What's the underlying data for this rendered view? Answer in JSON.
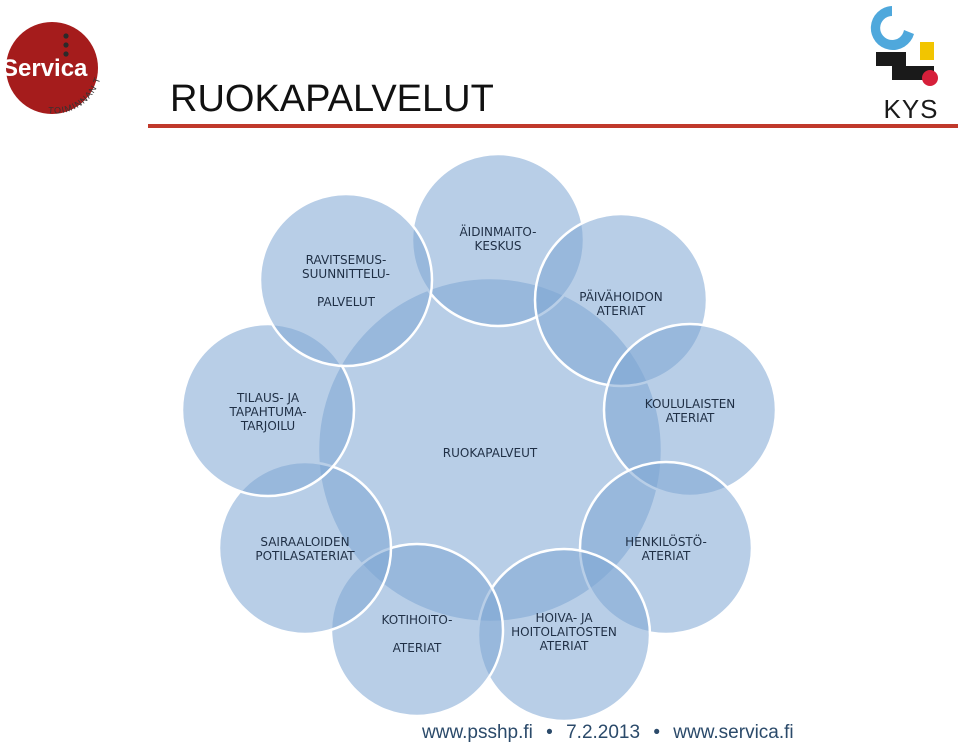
{
  "header": {
    "title": "RUOKAPALVELUT",
    "left_logo": {
      "name": "Servica",
      "tagline": "TOIMINNAN TUKENA",
      "color": "#a51c1c"
    },
    "right_logo": {
      "name": "KYS"
    }
  },
  "diagram": {
    "center_label": "RUOKAPALVEUT",
    "nodes": [
      {
        "id": "aidinmaito",
        "label": "ÄIDINMAITO-\nKESKUS"
      },
      {
        "id": "paivahoidon",
        "label": "PÄIVÄHOIDON\nATERIAT"
      },
      {
        "id": "koululaisten",
        "label": "KOULULAISTEN\nATERIAT"
      },
      {
        "id": "henkilosto",
        "label": "HENKILÖSTÖ-\nATERIAT"
      },
      {
        "id": "hoiva",
        "label": "HOIVA- JA\nHOITOLAITOSTEN\nATERIAT"
      },
      {
        "id": "kotihoito",
        "label": "KOTIHOITO-\n\nATERIAT"
      },
      {
        "id": "sairaaloiden",
        "label": "SAIRAALOIDEN\nPOTILASATERIAT"
      },
      {
        "id": "tilaus",
        "label": "TILAUS- JA\nTAPAHTUMA-\nTARJOILU"
      },
      {
        "id": "ravitsemus",
        "label": "RAVITSEMUS-\nSUUNNITTELU-\n\nPALVELUT"
      }
    ],
    "colors": {
      "circle_fill": "#7ea6d4",
      "circle_stroke": "#ffffff",
      "text": "#1f2f45"
    }
  },
  "footer": {
    "site1": "www.psshp.fi",
    "date": "7.2.2013",
    "site2": "www.servica.fi",
    "separator": "•"
  }
}
